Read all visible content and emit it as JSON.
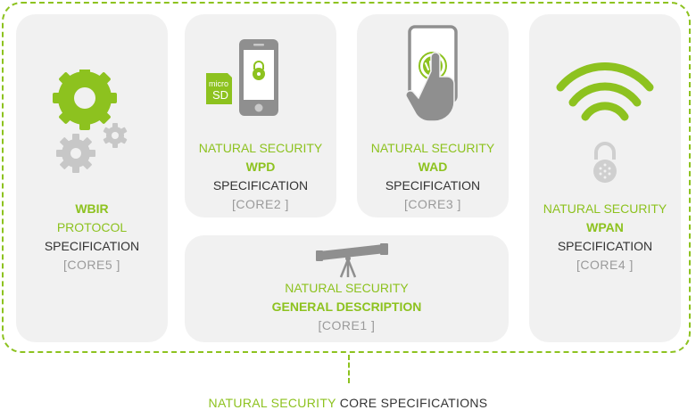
{
  "footer": {
    "green": "NATURAL SECURITY",
    "dark": "CORE SPECIFICATIONS"
  },
  "cards": {
    "core5": {
      "name": "WBIR",
      "line2": "PROTOCOL",
      "spec": "SPECIFICATION",
      "code": "[CORE5 ]",
      "icon": "gears-icon"
    },
    "core2": {
      "prefix": "NATURAL SECURITY",
      "name": "WPD",
      "spec": "SPECIFICATION",
      "code": "[CORE2 ]",
      "sd_text_top": "micro",
      "sd_text_bottom": "SD",
      "icon": "phone-microsd-icon"
    },
    "core3": {
      "prefix": "NATURAL SECURITY",
      "name": "WAD",
      "spec": "SPECIFICATION",
      "code": "[CORE3 ]",
      "icon": "touch-device-icon"
    },
    "core4": {
      "prefix": "NATURAL SECURITY",
      "name": "WPAN",
      "spec": "SPECIFICATION",
      "code": "[CORE4 ]",
      "icon": "wireless-lock-icon"
    },
    "core1": {
      "prefix": "NATURAL SECURITY",
      "name": "GENERAL DESCRIPTION",
      "code": "[CORE1 ]",
      "icon": "telescope-icon"
    }
  },
  "colors": {
    "accent": "#8dc21f",
    "icon_gray": "#8f8f8f",
    "card_bg": "#f1f1f1"
  }
}
